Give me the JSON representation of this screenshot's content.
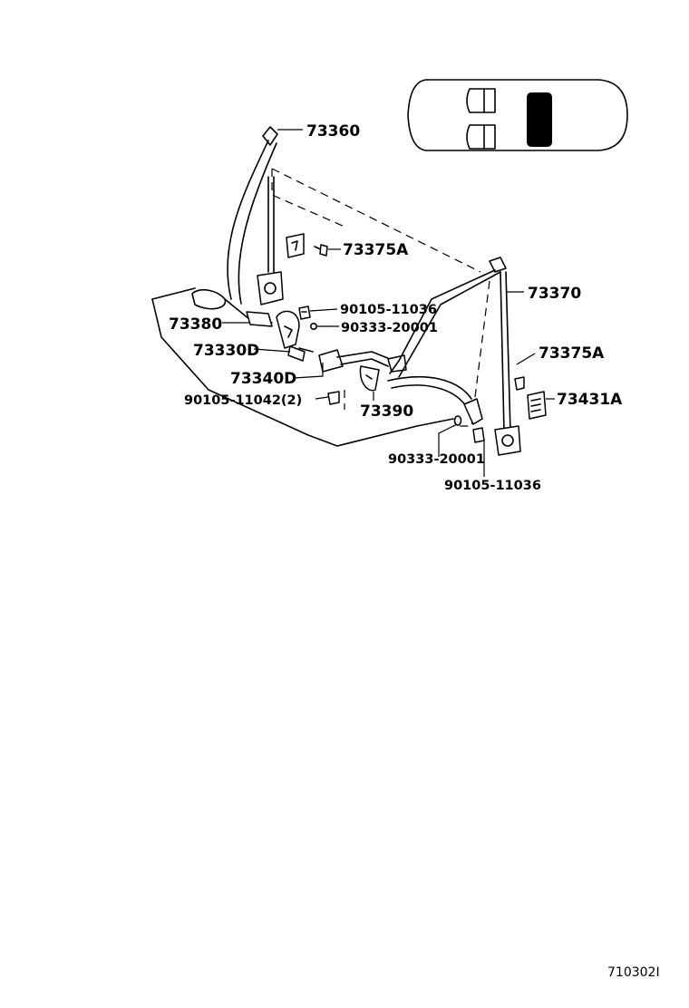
{
  "labels": {
    "p73360": "73360",
    "p73375A_top": "73375A",
    "p73370": "73370",
    "p90105_11036_top": "90105-11036",
    "p90333_20001_top": "90333-20001",
    "p73380": "73380",
    "p73330D": "73330D",
    "p73340D": "73340D",
    "p90105_11042": "90105-11042(2)",
    "p73390": "73390",
    "p73375A_right": "73375A",
    "p73431A": "73431A",
    "p90333_20001_bottom": "90333-20001",
    "p90105_11036_bottom": "90105-11036"
  },
  "figure_ref": "710302I"
}
